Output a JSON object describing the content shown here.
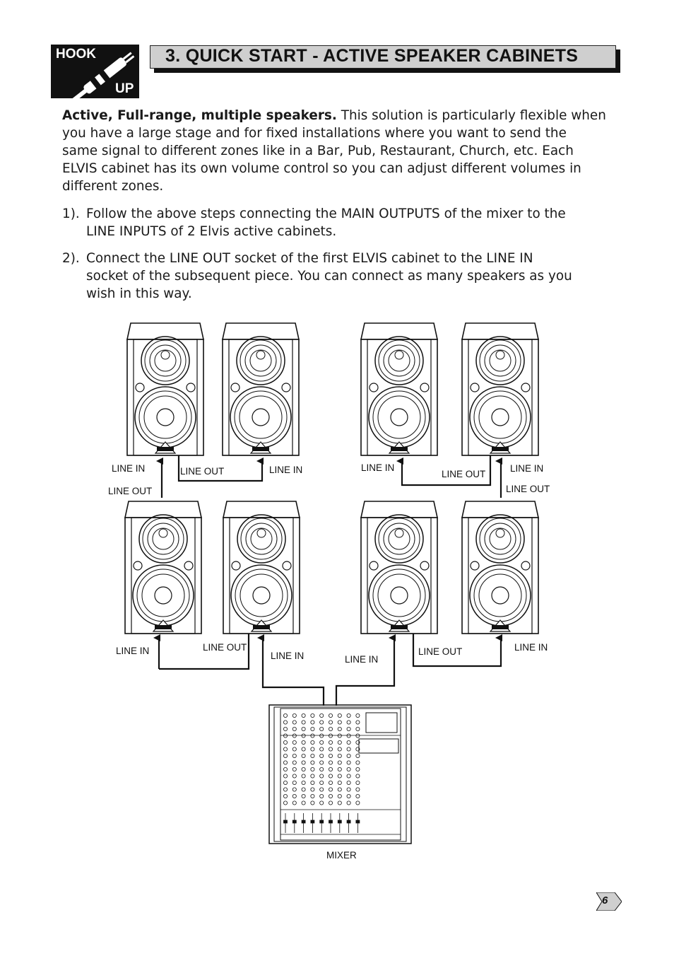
{
  "logo": {
    "top_word": "HOOK",
    "bottom_word": "UP"
  },
  "title": "3. QUICK START - ACTIVE SPEAKER CABINETS",
  "intro": {
    "bold": "Active, Full-range, multiple speakers.",
    "line1_rest": " This solution is particularly flexible when",
    "line2": "you have a large stage and for fixed installations where you want to send the",
    "line3": "same signal to different zones like in a Bar, Pub, Restaurant, Church, etc. Each",
    "line4": "ELVIS cabinet has its own volume control so you can adjust different volumes in",
    "line5": "different zones."
  },
  "steps": [
    {
      "num": "1).",
      "line1": "Follow the above steps connecting the MAIN OUTPUTS of the mixer to the",
      "line2": "LINE INPUTS of 2 Elvis active cabinets."
    },
    {
      "num": "2).",
      "line1": "Connect the LINE OUT socket of the first ELVIS cabinet to the LINE IN",
      "line2": "socket of the subsequent piece. You can connect as many speakers as you",
      "line3": "wish in this way."
    }
  ],
  "diagram": {
    "labels": {
      "top_left_line_in": "LINE IN",
      "top_left_line_out": "LINE OUT",
      "top_mid_line_out": "LINE OUT",
      "top_mid_line_in": "LINE IN",
      "top_right_line_in_a": "LINE IN",
      "top_right_line_out": "LINE OUT",
      "top_right_line_in_b": "LINE IN",
      "top_right_line_out_b": "LINE OUT",
      "bot_line_in_1": "LINE IN",
      "bot_line_out_1": "LINE OUT",
      "bot_line_in_2": "LINE IN",
      "bot_line_in_3": "LINE IN",
      "bot_line_out_2": "LINE OUT",
      "bot_line_in_4": "LINE IN",
      "mixer": "MIXER"
    }
  },
  "page_number": "6"
}
